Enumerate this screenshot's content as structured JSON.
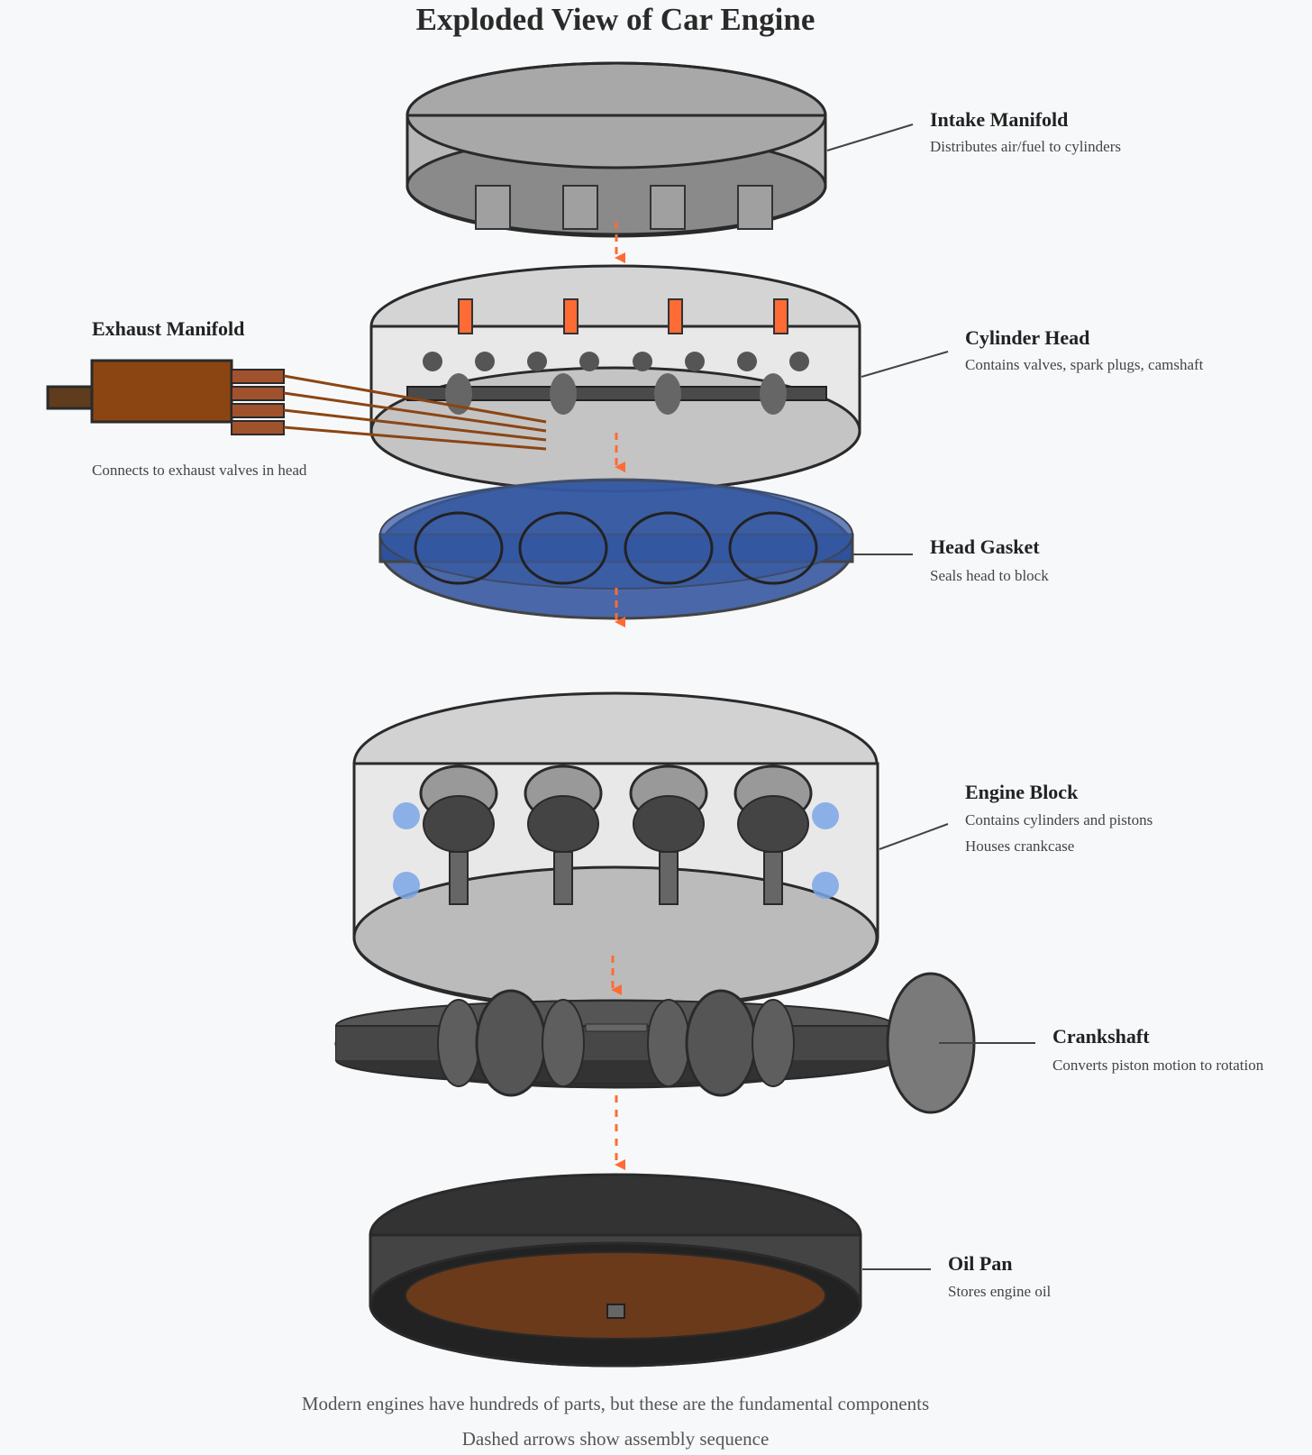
{
  "title": "Exploded View of Car Engine",
  "components": {
    "intake_manifold": {
      "name": "Intake Manifold",
      "desc": "Distributes air/fuel to cylinders"
    },
    "cylinder_head": {
      "name": "Cylinder Head",
      "desc": "Contains valves, spark plugs, camshaft"
    },
    "exhaust_manifold": {
      "name": "Exhaust Manifold",
      "desc": "Connects to exhaust valves in head"
    },
    "head_gasket": {
      "name": "Head Gasket",
      "desc": "Seals head to block"
    },
    "engine_block": {
      "name": "Engine Block",
      "desc": "Contains cylinders and pistons",
      "desc2": "Houses crankcase"
    },
    "crankshaft": {
      "name": "Crankshaft",
      "desc": "Converts piston motion to rotation"
    },
    "oil_pan": {
      "name": "Oil Pan",
      "desc": "Stores engine oil"
    }
  },
  "footer": {
    "line1": "Modern engines have hundreds of parts, but these are the fundamental components",
    "line2": "Dashed arrows show assembly sequence"
  },
  "colors": {
    "accent_arrow": "#ff6b35",
    "gasket_blue": "#2a4e9a",
    "exhaust_brown": "#8b4513",
    "oil_brown": "#6b3a1a"
  }
}
